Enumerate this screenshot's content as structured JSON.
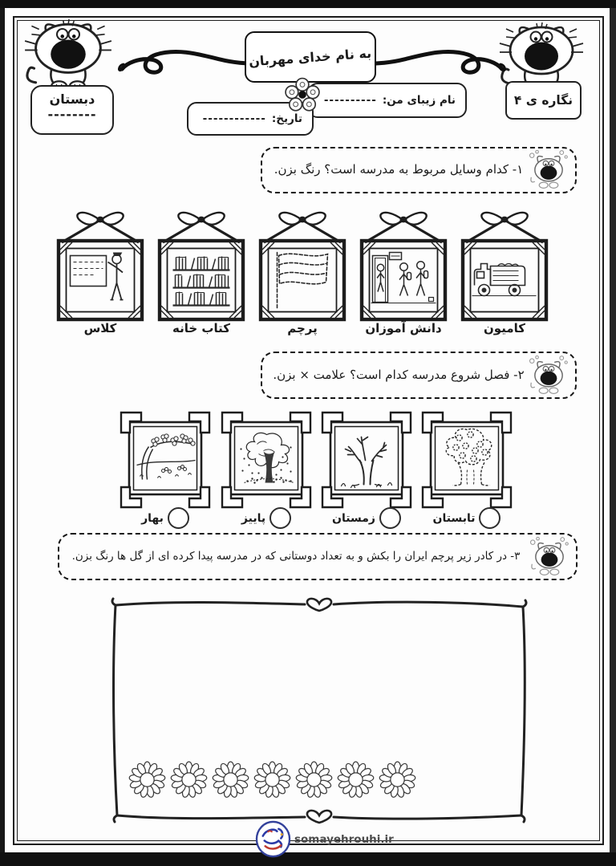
{
  "header": {
    "bismillah": "به نام خدای مهربان",
    "school_box": {
      "label": "دبستان",
      "dashes": "--------"
    },
    "worksheet_box": {
      "label": "نگاره ی ۴"
    },
    "name_box": {
      "label": "نام زیبای من:",
      "dashes": "----------"
    },
    "date_box": {
      "label": "تاریخ:",
      "dashes": "------------"
    }
  },
  "questions": {
    "q1": {
      "text": "۱- کدام وسایل مربوط به مدرسه است؟ رنگ بزن.",
      "items": [
        {
          "label": "کلاس",
          "icon": "classroom-illustration"
        },
        {
          "label": "کتاب خانه",
          "icon": "library-illustration"
        },
        {
          "label": "پرچم",
          "icon": "flag-illustration"
        },
        {
          "label": "دانش آموزان",
          "icon": "students-illustration"
        },
        {
          "label": "کامیون",
          "icon": "truck-illustration"
        }
      ]
    },
    "q2": {
      "text": "۲- فصل شروع مدرسه کدام است؟ علامت × بزن.",
      "items": [
        {
          "label": "بهار",
          "icon": "spring-tree-illustration"
        },
        {
          "label": "پاییز",
          "icon": "autumn-tree-illustration"
        },
        {
          "label": "زمستان",
          "icon": "winter-tree-illustration"
        },
        {
          "label": "تابستان",
          "icon": "summer-tree-illustration"
        }
      ]
    },
    "q3": {
      "text": "۳- در کادر زیر پرچم ایران را بکش و به تعداد دوستانی که در مدرسه پیدا کرده ای از گل ها رنگ بزن.",
      "flower_count": 7
    }
  },
  "footer": {
    "watermark": "somayehrouhi.ir"
  },
  "colors": {
    "ink": "#1a1a1a",
    "watermark_blue": "#33419b",
    "watermark_red": "#bf3a31",
    "watermark_text": "#4c4c4c"
  }
}
